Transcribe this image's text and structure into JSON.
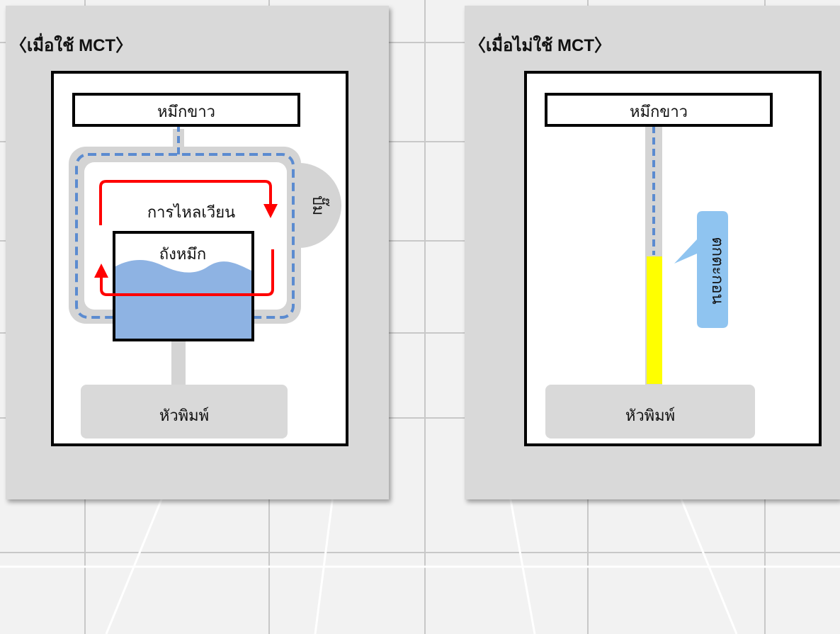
{
  "background": {
    "color": "#f2f2f2",
    "grid_line_color": "#c8c8c8"
  },
  "colors": {
    "panel": "#d9d9d9",
    "pipe": "#d4d4d4",
    "dash_line": "#5b8bd0",
    "ink": "#8eb3e3",
    "circulation_arrow": "#ff0000",
    "sediment": "#ffff00",
    "callout": "#8fc4f0"
  },
  "left_panel": {
    "title": "〈เมื่อใช้ MCT〉",
    "white_ink_label": "หมึกขาว",
    "pump_label": "ปั๊ม",
    "circulation_label": "การไหลเวียน",
    "ink_tank_label": "ถังหมึก",
    "print_head_label": "หัวพิมพ์"
  },
  "right_panel": {
    "title": "〈เมื่อไม่ใช้ MCT〉",
    "white_ink_label": "หมึกขาว",
    "sediment_label": "ตกตะกอน",
    "print_head_label": "หัวพิมพ์"
  }
}
